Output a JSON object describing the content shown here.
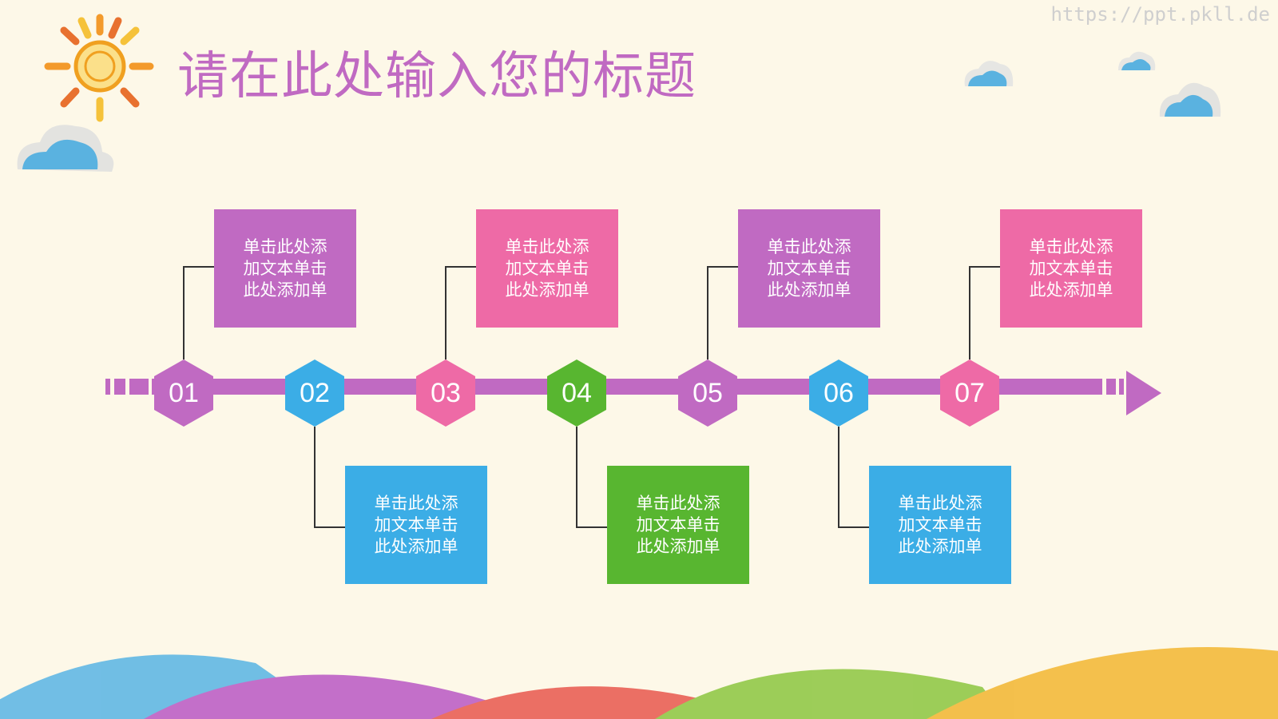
{
  "slide": {
    "title": "请在此处输入您的标题",
    "watermark": "https://ppt.pkll.de"
  },
  "colors": {
    "purple": "#c06ac2",
    "pink": "#ee6aa6",
    "blue": "#3bade6",
    "green": "#58b630",
    "line": "#333333",
    "background": "#fdf8e8"
  },
  "timeline": {
    "steps": [
      {
        "number": "01",
        "color": "#c06ac2",
        "position": "top"
      },
      {
        "number": "02",
        "color": "#3bade6",
        "position": "bottom"
      },
      {
        "number": "03",
        "color": "#ee6aa6",
        "position": "top"
      },
      {
        "number": "04",
        "color": "#58b630",
        "position": "bottom"
      },
      {
        "number": "05",
        "color": "#c06ac2",
        "position": "top"
      },
      {
        "number": "06",
        "color": "#3bade6",
        "position": "bottom"
      },
      {
        "number": "07",
        "color": "#ee6aa6",
        "position": "top"
      }
    ],
    "cards": [
      {
        "text": "单击此处添加文本单击此处添加单",
        "color": "#c06ac2"
      },
      {
        "text": "单击此处添加文本单击此处添加单",
        "color": "#3bade6"
      },
      {
        "text": "单击此处添加文本单击此处添加单",
        "color": "#ee6aa6"
      },
      {
        "text": "单击此处添加文本单击此处添加单",
        "color": "#58b630"
      },
      {
        "text": "单击此处添加文本单击此处添加单",
        "color": "#c06ac2"
      },
      {
        "text": "单击此处添加文本单击此处添加单",
        "color": "#3bade6"
      },
      {
        "text": "单击此处添加文本单击此处添加单",
        "color": "#ee6aa6"
      }
    ]
  }
}
